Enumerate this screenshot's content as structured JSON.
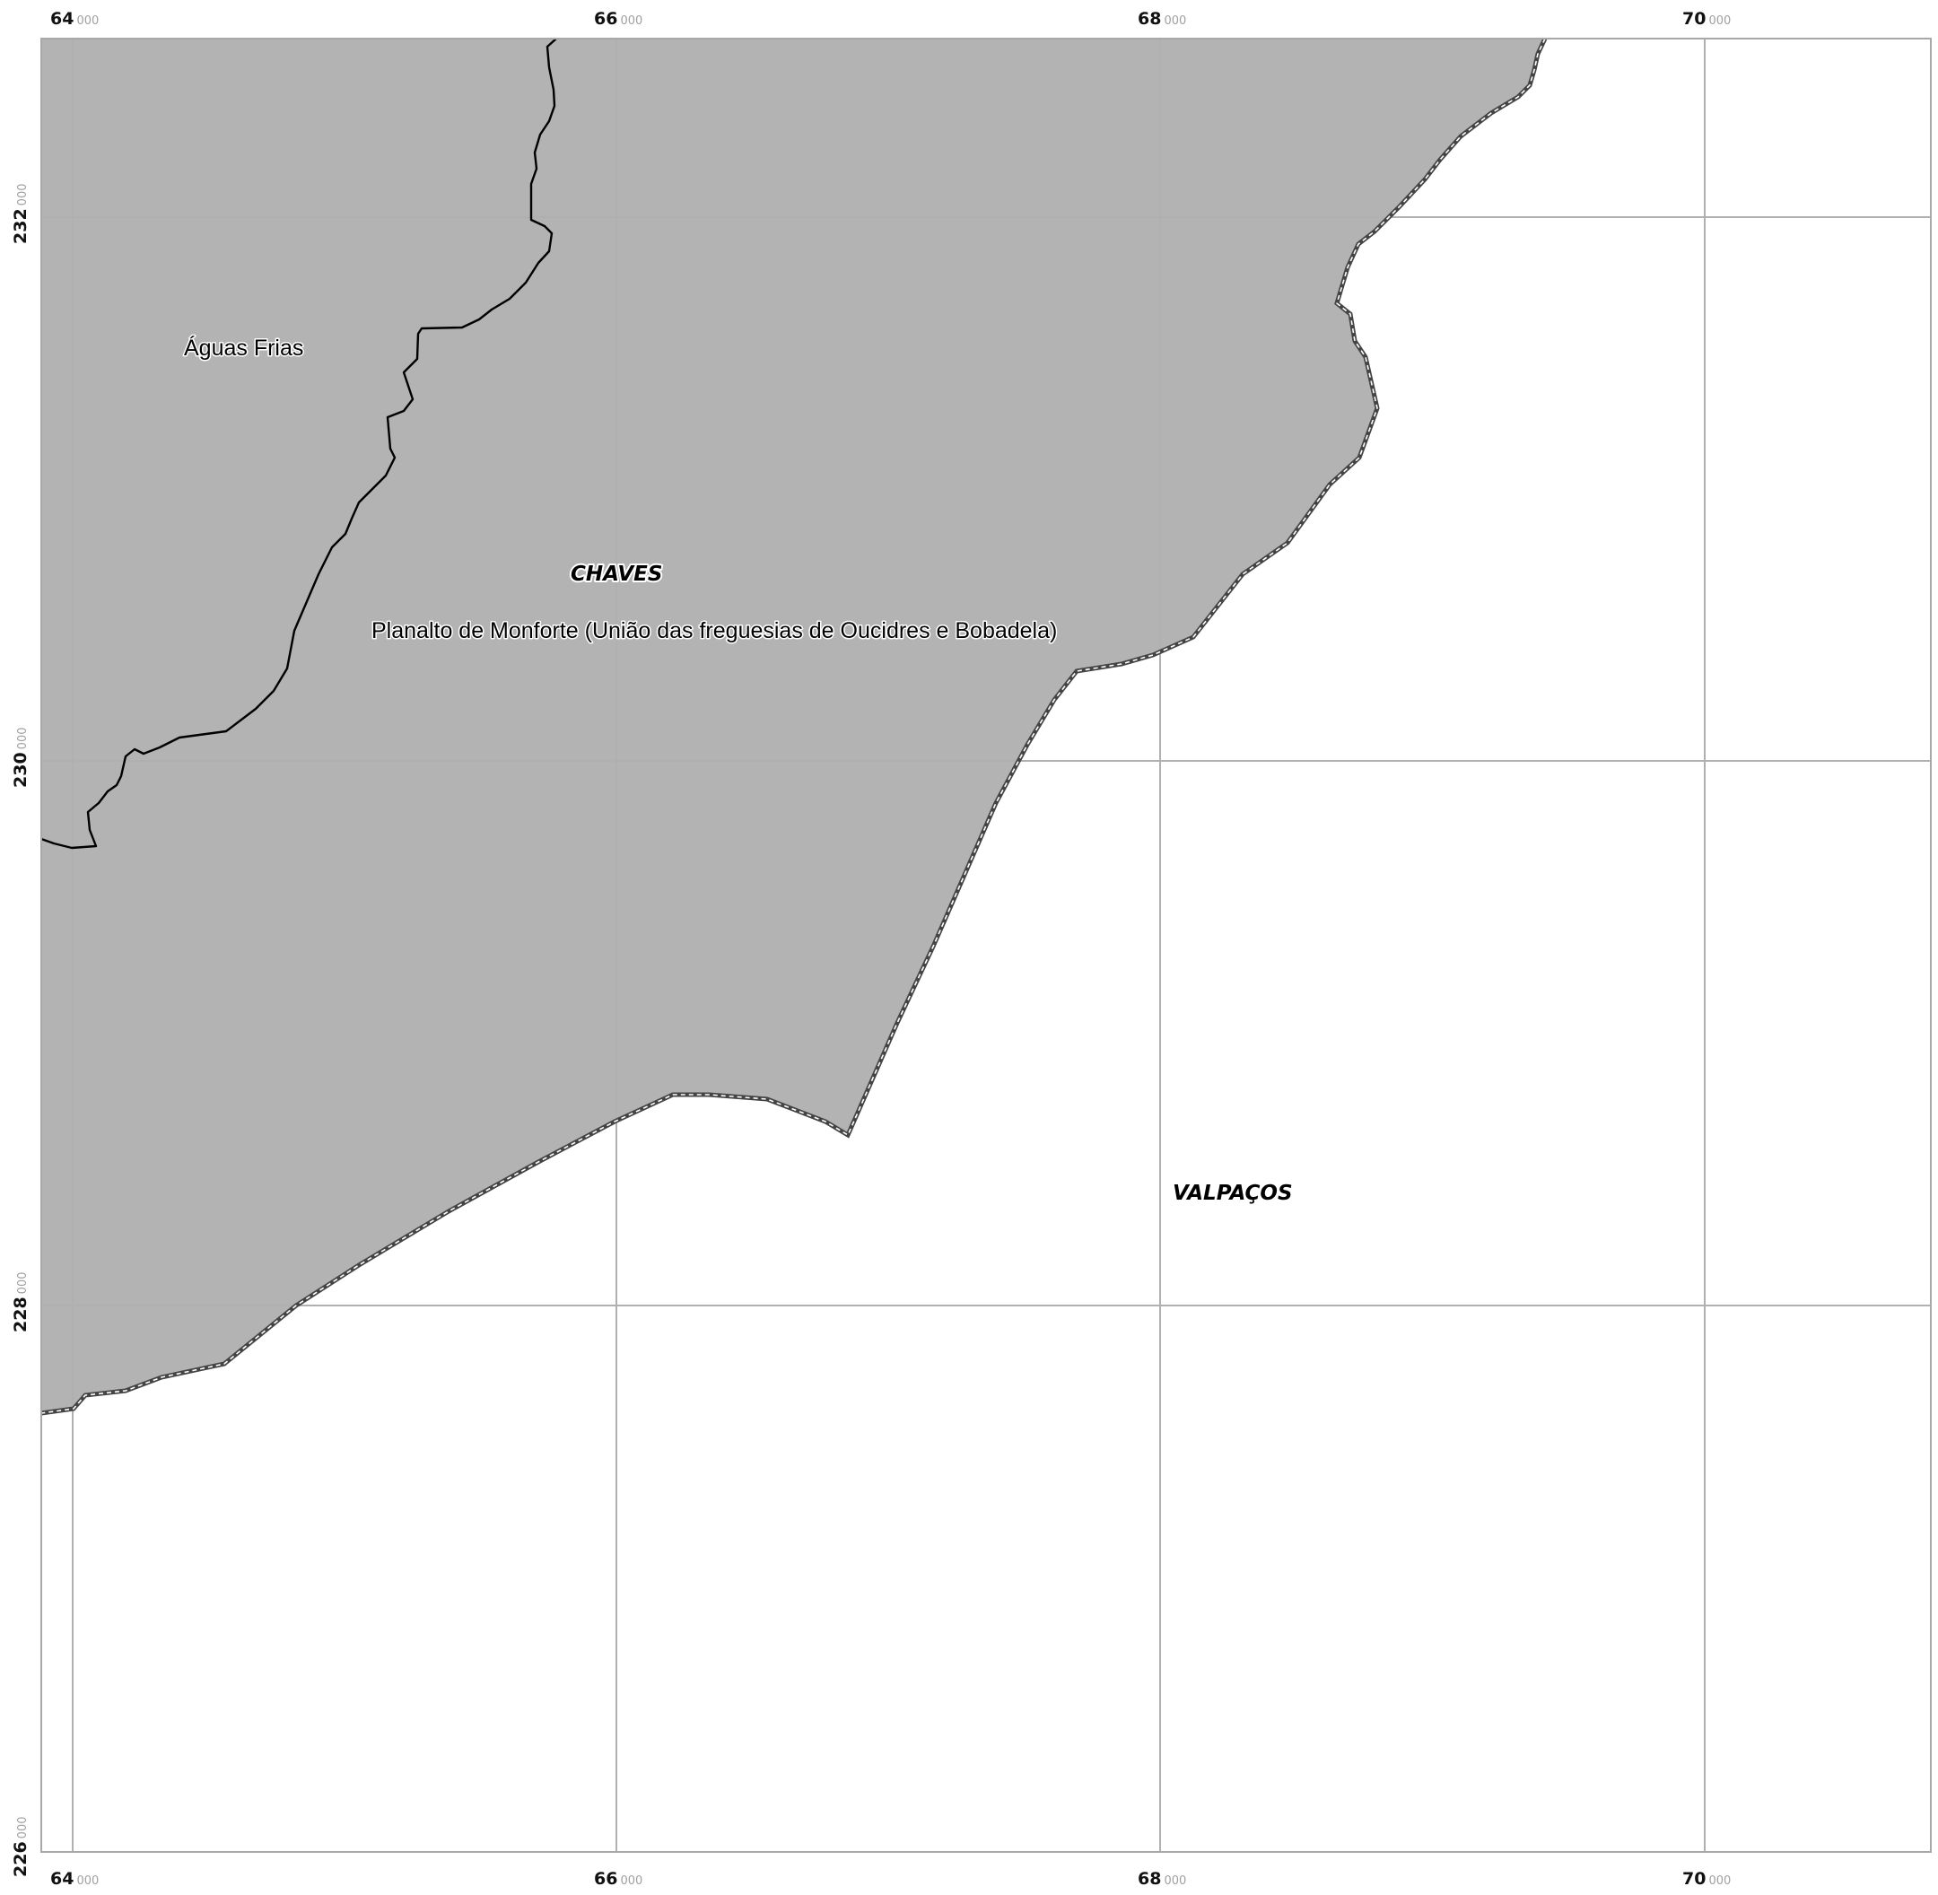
{
  "map": {
    "grid_x": [
      {
        "major": "64",
        "minor": "000"
      },
      {
        "major": "66",
        "minor": "000"
      },
      {
        "major": "68",
        "minor": "000"
      },
      {
        "major": "70",
        "minor": "000"
      }
    ],
    "grid_y": [
      {
        "major": "232",
        "minor": "000"
      },
      {
        "major": "230",
        "minor": "000"
      },
      {
        "major": "228",
        "minor": "000"
      },
      {
        "major": "226",
        "minor": "000"
      }
    ],
    "parish_labels": {
      "aguas_frias": "Águas Frias",
      "planalto": "Planalto de Monforte (União das freguesias de Oucidres e Bobadela)"
    },
    "municipality_labels": {
      "chaves": "CHAVES",
      "valpacos": "VALPAÇOS"
    },
    "colors": {
      "land": "#b3b3b3",
      "grid": "#b0b0b0",
      "frame": "#a8a8a8",
      "boundary": "#000000"
    }
  }
}
